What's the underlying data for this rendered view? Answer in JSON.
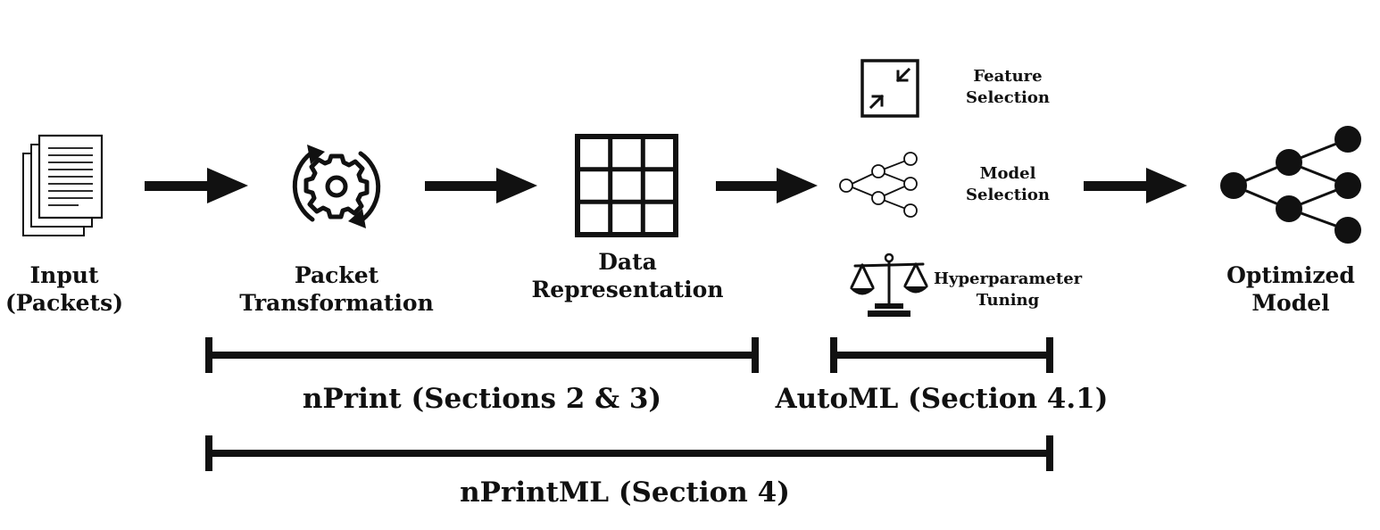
{
  "steps": {
    "input": {
      "line1": "Input",
      "line2": "(Packets)",
      "icon": "documents-icon"
    },
    "packet_transformation": {
      "line1": "Packet",
      "line2": "Transformation",
      "icon": "gear-cycle-icon"
    },
    "data_representation": {
      "line1": "Data",
      "line2": "Representation",
      "icon": "grid-icon"
    },
    "optimized_model": {
      "line1": "Optimized",
      "line2": "Model",
      "icon": "neural-network-icon"
    }
  },
  "automl_tasks": [
    {
      "line1": "Feature",
      "line2": "Selection",
      "icon": "minimize-icon"
    },
    {
      "line1": "Model",
      "line2": "Selection",
      "icon": "network-icon"
    },
    {
      "line1": "Hyperparameter",
      "line2": "Tuning",
      "icon": "balance-scale-icon"
    }
  ],
  "brackets": {
    "nprint": "nPrint (Sections 2 & 3)",
    "automl": "AutoML (Section 4.1)",
    "nprintml": "nPrintML (Section 4)"
  },
  "colors": {
    "ink": "#111111",
    "background": "#ffffff"
  }
}
